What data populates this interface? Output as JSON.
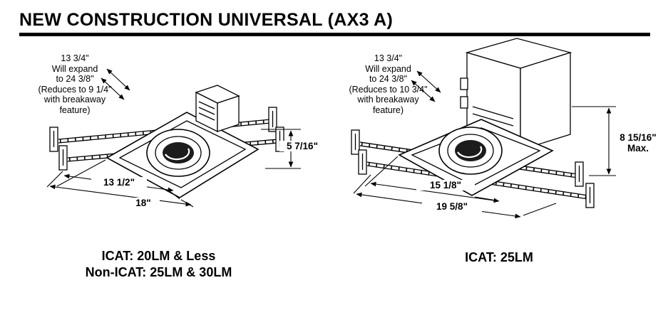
{
  "title": "NEW CONSTRUCTION UNIVERSAL (AX3 A)",
  "diagrams": {
    "left": {
      "expand_note": {
        "lines": [
          "13 3/4\"",
          "Will expand",
          "to 24 3/8\"",
          "(Reduces to 9 1/4\"",
          "with breakaway",
          "feature)"
        ]
      },
      "dims": {
        "height": "5 7/16\"",
        "inner_width": "13 1/2\"",
        "outer_width": "18\""
      },
      "caption": {
        "line1": "ICAT: 20LM & Less",
        "line2": "Non-ICAT: 25LM & 30LM"
      }
    },
    "right": {
      "expand_note": {
        "lines": [
          "13 3/4\"",
          "Will expand",
          "to 24 3/8\"",
          "(Reduces to 10 3/4\"",
          "with breakaway",
          "feature)"
        ]
      },
      "dims": {
        "height": "8 15/16\"",
        "height_qualifier": "Max.",
        "inner_width": "15 1/8\"",
        "outer_width": "19 5/8\""
      },
      "caption": {
        "line1": "ICAT: 25LM"
      }
    }
  },
  "colors": {
    "line": "#000000",
    "background": "#ffffff"
  }
}
